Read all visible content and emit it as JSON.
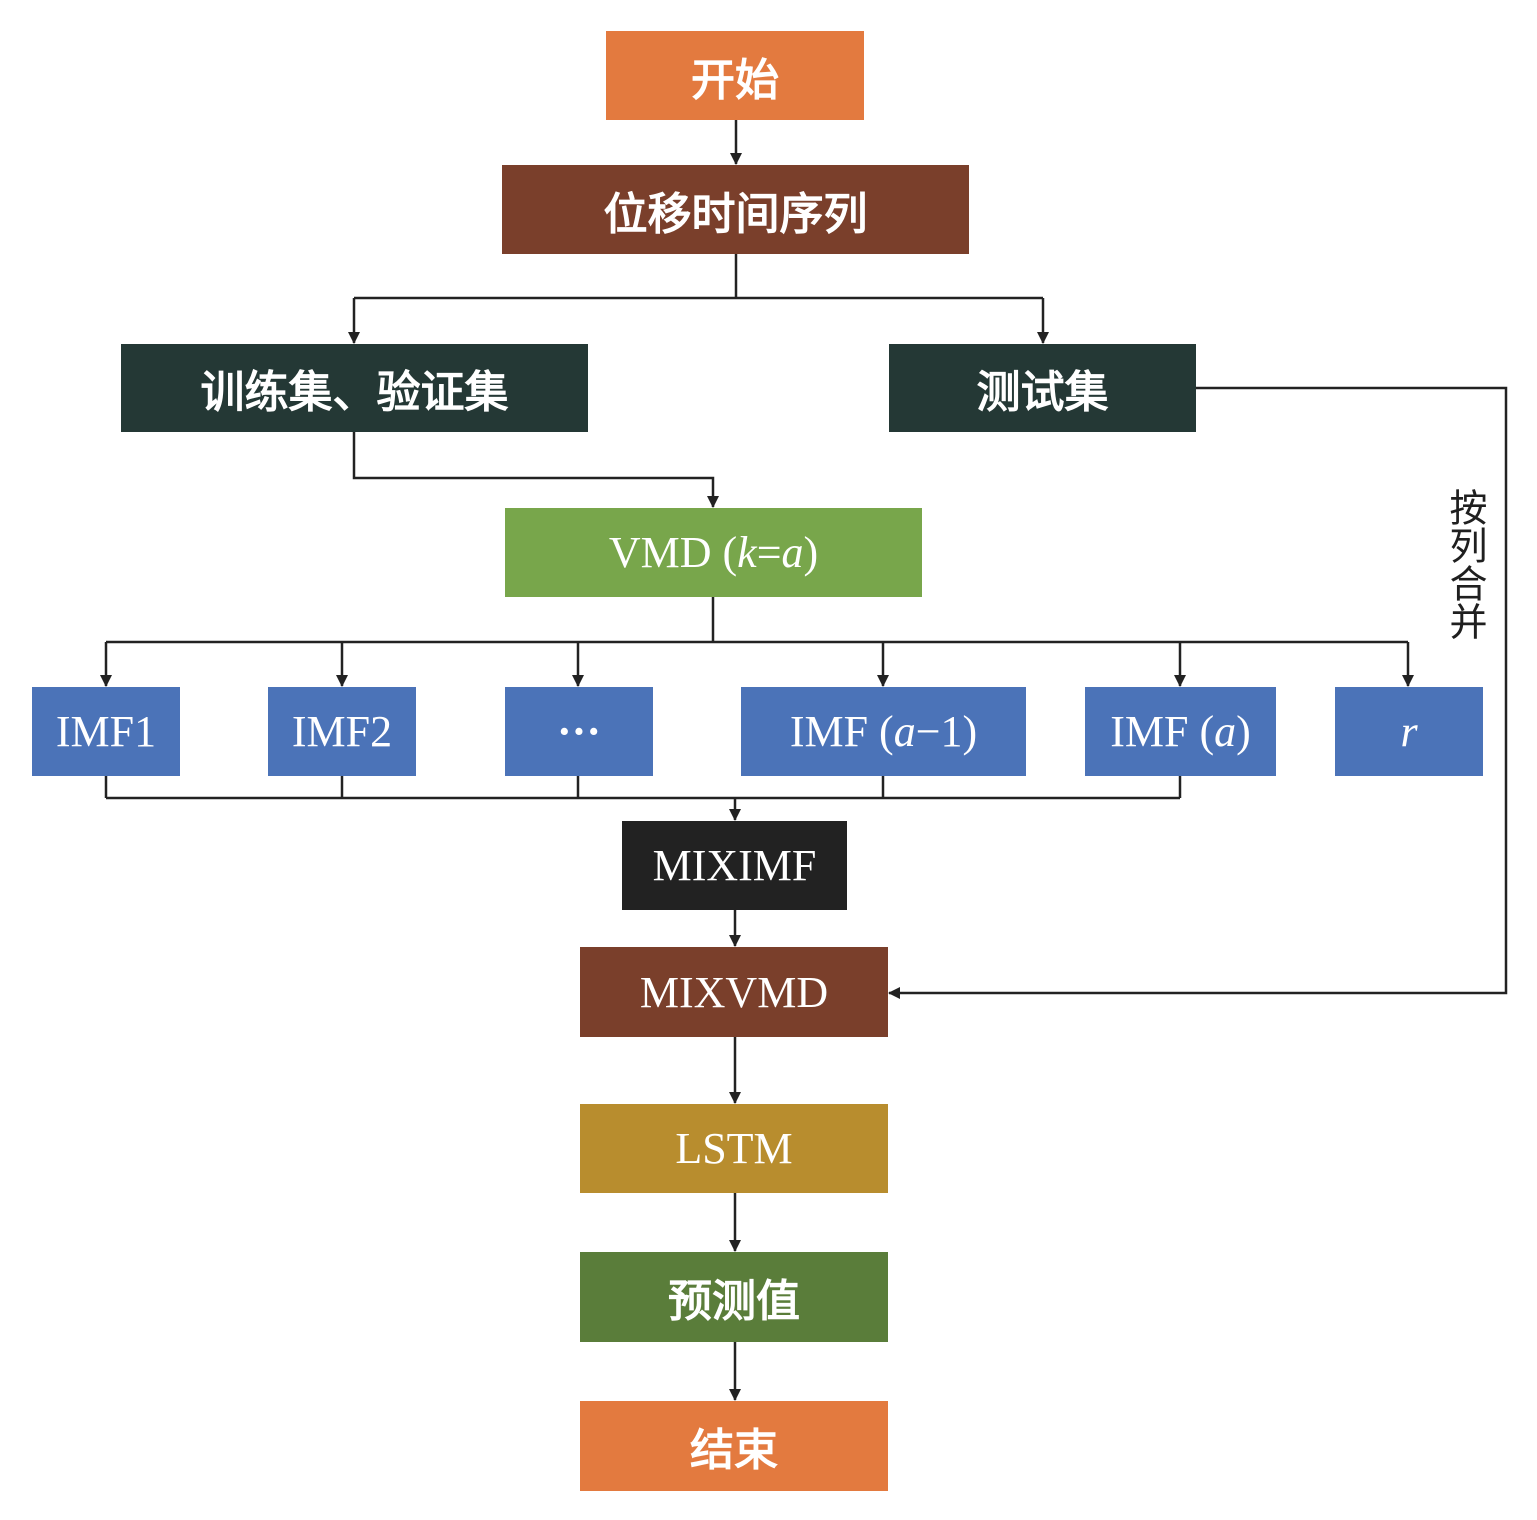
{
  "colors": {
    "orange": "#e37a3f",
    "brown": "#7a3f2b",
    "darkslate": "#243835",
    "green": "#78a64b",
    "blue": "#4b73b8",
    "black": "#222222",
    "gold": "#b88d2e",
    "olivegreen": "#5a7d3a",
    "line": "#222222"
  },
  "nodes": {
    "start": "开始",
    "series": "位移时间序列",
    "train": "训练集、验证集",
    "test": "测试集",
    "vmd": {
      "prefix": "VMD (",
      "k": "k",
      "eq": "=",
      "a": "a",
      "suffix": ")"
    },
    "imf1": "IMF1",
    "imf2": "IMF2",
    "dots": "···",
    "imf_a_minus_1": {
      "prefix": "IMF (",
      "a": "a",
      "rest": "−1)"
    },
    "imf_a": {
      "prefix": "IMF (",
      "a": "a",
      "suffix": ")"
    },
    "residual": "r",
    "miximf": "MIXIMF",
    "mixvmd": "MIXVMD",
    "lstm": "LSTM",
    "prediction": "预测值",
    "end": "结束"
  },
  "edge_labels": {
    "merge_by_column": "按列合并"
  }
}
